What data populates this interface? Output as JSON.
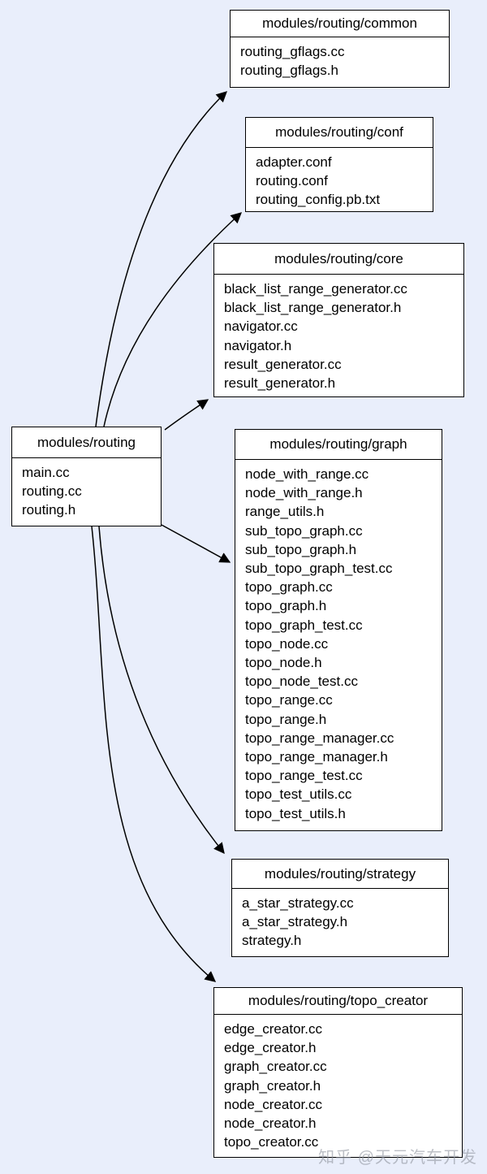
{
  "diagram": {
    "type": "dependency-graph",
    "nodes": {
      "routing": {
        "title": "modules/routing",
        "files": [
          "main.cc",
          "routing.cc",
          "routing.h"
        ]
      },
      "common": {
        "title": "modules/routing/common",
        "files": [
          "routing_gflags.cc",
          "routing_gflags.h"
        ]
      },
      "conf": {
        "title": "modules/routing/conf",
        "files": [
          "adapter.conf",
          "routing.conf",
          "routing_config.pb.txt"
        ]
      },
      "core": {
        "title": "modules/routing/core",
        "files": [
          "black_list_range_generator.cc",
          "black_list_range_generator.h",
          "navigator.cc",
          "navigator.h",
          "result_generator.cc",
          "result_generator.h"
        ]
      },
      "graph": {
        "title": "modules/routing/graph",
        "files": [
          "node_with_range.cc",
          "node_with_range.h",
          "range_utils.h",
          "sub_topo_graph.cc",
          "sub_topo_graph.h",
          "sub_topo_graph_test.cc",
          "topo_graph.cc",
          "topo_graph.h",
          "topo_graph_test.cc",
          "topo_node.cc",
          "topo_node.h",
          "topo_node_test.cc",
          "topo_range.cc",
          "topo_range.h",
          "topo_range_manager.cc",
          "topo_range_manager.h",
          "topo_range_test.cc",
          "topo_test_utils.cc",
          "topo_test_utils.h"
        ]
      },
      "strategy": {
        "title": "modules/routing/strategy",
        "files": [
          "a_star_strategy.cc",
          "a_star_strategy.h",
          "strategy.h"
        ]
      },
      "topo_creator": {
        "title": "modules/routing/topo_creator",
        "files": [
          "edge_creator.cc",
          "edge_creator.h",
          "graph_creator.cc",
          "graph_creator.h",
          "node_creator.cc",
          "node_creator.h",
          "topo_creator.cc"
        ]
      }
    },
    "edges": [
      {
        "from": "modules/routing",
        "to": "modules/routing/common"
      },
      {
        "from": "modules/routing",
        "to": "modules/routing/conf"
      },
      {
        "from": "modules/routing",
        "to": "modules/routing/core"
      },
      {
        "from": "modules/routing",
        "to": "modules/routing/graph"
      },
      {
        "from": "modules/routing",
        "to": "modules/routing/strategy"
      },
      {
        "from": "modules/routing",
        "to": "modules/routing/topo_creator"
      }
    ],
    "watermark": "知乎 @天元汽车开发",
    "colors": {
      "background": "#e9eefb",
      "box_fill": "#ffffff",
      "box_border": "#000000",
      "text": "#000000",
      "edge": "#000000",
      "watermark": "#8f959e"
    }
  }
}
